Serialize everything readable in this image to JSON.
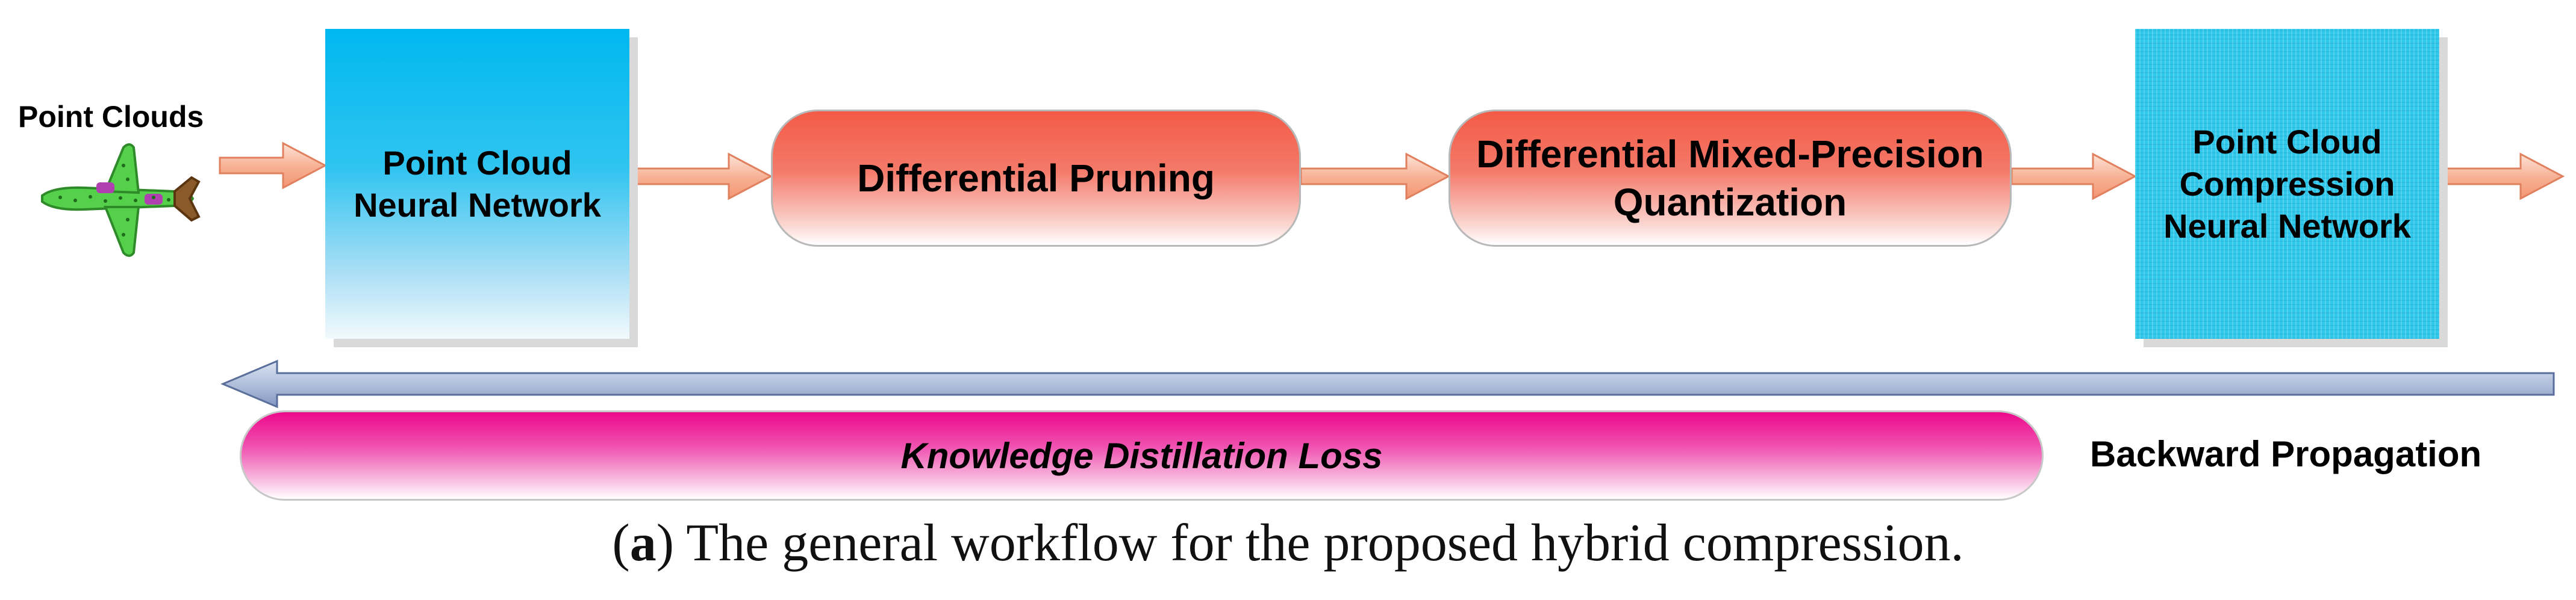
{
  "diagram": {
    "input": {
      "label": "Point Clouds",
      "icon": "airplane-point-cloud-icon"
    },
    "nodes": [
      {
        "id": "pc_nn",
        "label": "Point Cloud Neural Network"
      },
      {
        "id": "pruning",
        "label": "Differential Pruning"
      },
      {
        "id": "quant",
        "label": "Differential Mixed-Precision Quantization"
      },
      {
        "id": "compressed",
        "label": "Point Cloud Compression Neural Network"
      }
    ],
    "loss_bar": {
      "label": "Knowledge Distillation Loss"
    },
    "backward": {
      "label": "Backward Propagation"
    }
  },
  "caption": {
    "letter": "a",
    "text": "The general workflow for the proposed hybrid compression."
  },
  "colors": {
    "forward_arrow_fill": "#f8b59a",
    "forward_arrow_stroke": "#e0705a",
    "backward_arrow_fill": "#a9b8d6",
    "backward_arrow_stroke": "#5a6e9c"
  }
}
